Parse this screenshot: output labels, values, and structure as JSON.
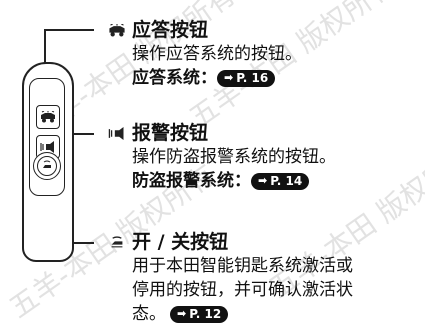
{
  "sections": [
    {
      "title": "应答按钮",
      "description": "操作应答系统的按钮。",
      "ref_label": "应答系统：",
      "ref_page": "P. 16",
      "icon": "answer-back-icon"
    },
    {
      "title": "报警按钮",
      "description": "操作防盗报警系统的按钮。",
      "ref_label": "防盗报警系统：",
      "ref_page": "P. 14",
      "icon": "panic-alarm-icon"
    },
    {
      "title": "开 / 关按钮",
      "description_lines": [
        "用于本田智能钥匙系统激活或",
        "停用的按钮，并可确认激活状",
        "态。"
      ],
      "ref_page": "P. 12",
      "icon": "on-off-icon"
    }
  ],
  "watermark": "五羊-本田 版权所有",
  "colors": {
    "text": "#111111",
    "badge_bg": "#111111",
    "badge_text": "#ffffff",
    "watermark": "#e2e2e2"
  }
}
